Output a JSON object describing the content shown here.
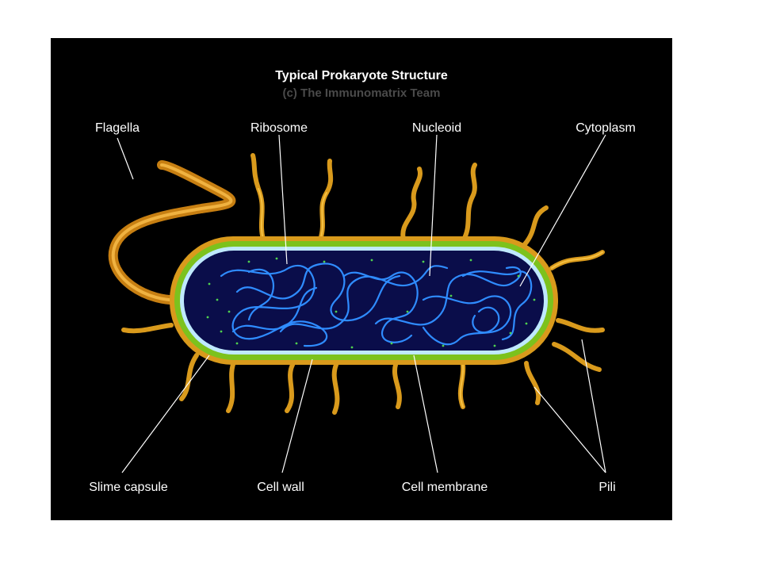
{
  "diagram": {
    "title": "Typical Prokaryote Structure",
    "subtitle": "(c) The Immunomatrix Team",
    "labels": {
      "flagella": "Flagella",
      "ribosome": "Ribosome",
      "nucleoid": "Nucleoid",
      "cytoplasm": "Cytoplasm",
      "slime_capsule": "Slime capsule",
      "cell_wall": "Cell wall",
      "cell_membrane": "Cell membrane",
      "pili": "Pili"
    },
    "colors": {
      "background": "#000000",
      "capsule": "#d99a1c",
      "cell_wall": "#7cc21d",
      "cell_membrane": "#bfe9ff",
      "cytoplasm": "#0a0d4a",
      "nucleoid": "#2f8cff",
      "ribosome": "#4fd24f"
    }
  }
}
